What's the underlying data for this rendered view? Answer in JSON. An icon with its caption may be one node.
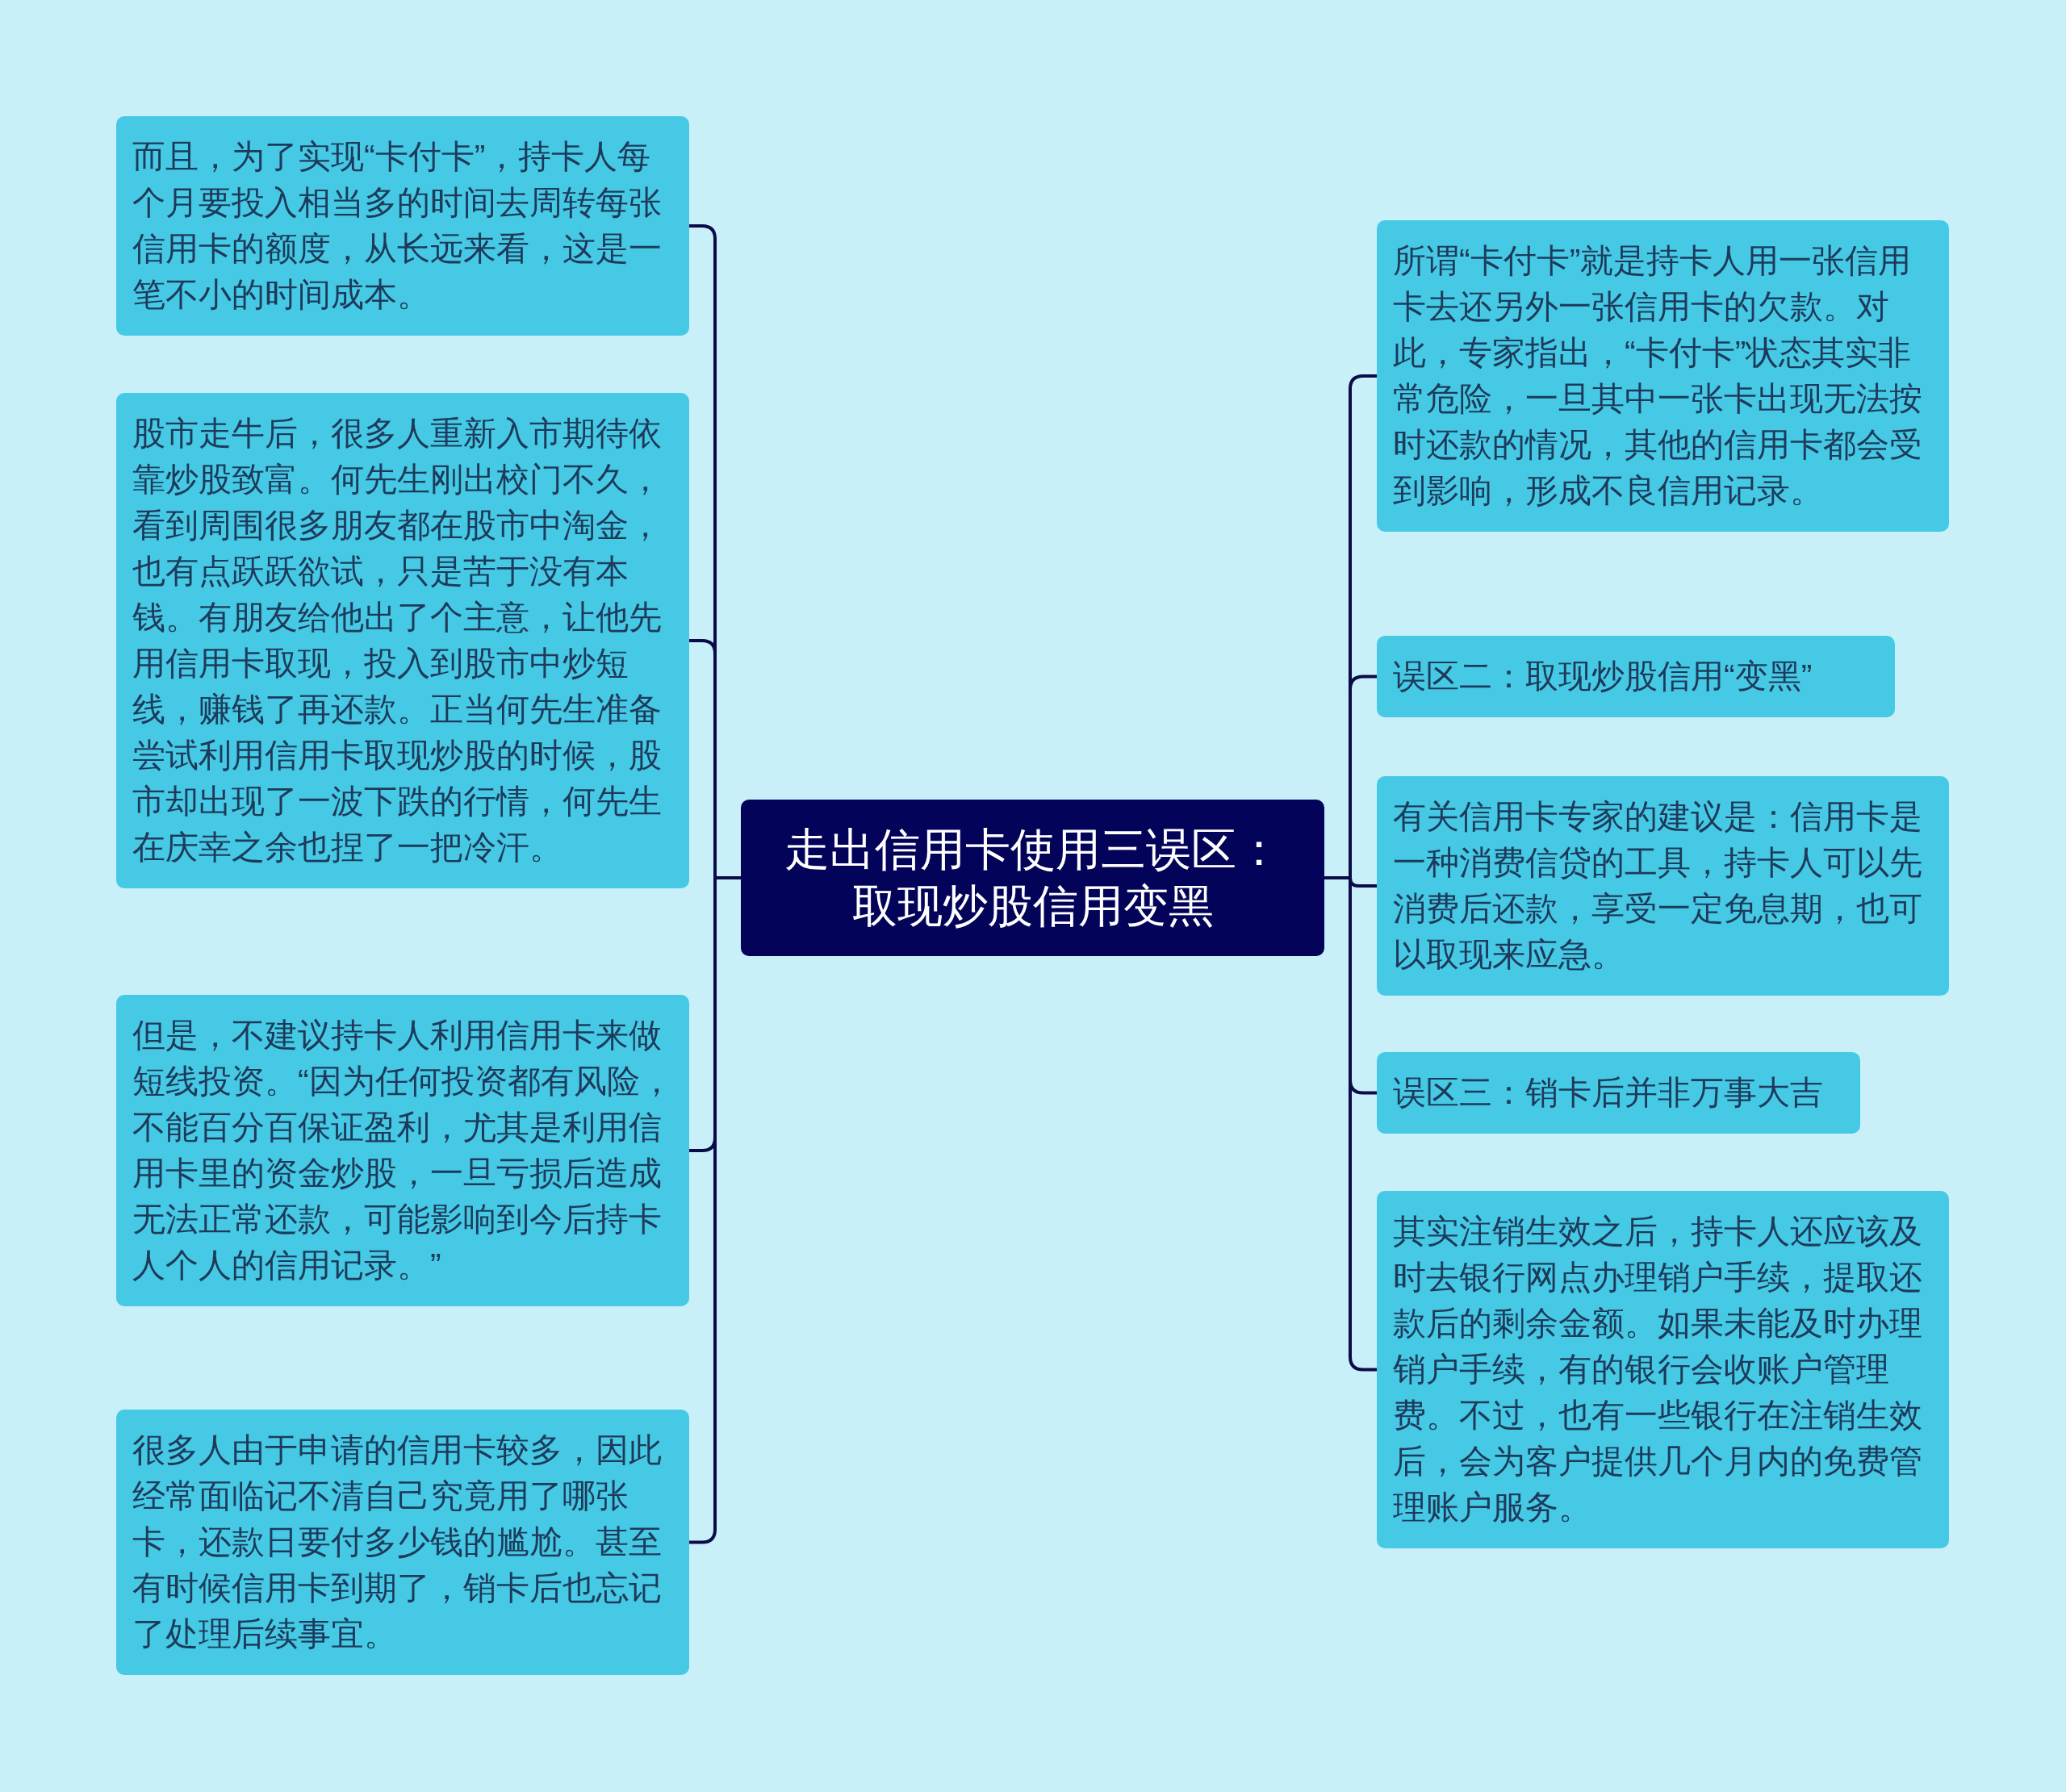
{
  "diagram": {
    "nodes": [
      {
        "text": [
          "走出信用卡使用三误区：取现炒股信用变黑"
        ]
      },
      {
        "text": [
          "而且，为了实现“卡付卡”，持卡人每个月要投入相当多的时间去周转每张信用卡的额度，从长远来看，这是一笔不小的时间成本。"
        ]
      },
      {
        "text": [
          "股市走牛后，很多人重新入市期待依靠炒股致富。何先生刚出校门不久，看到周围很多朋友都在股市中淘金，也有点跃跃欲试，只是苦于没有本钱。有朋友给他出了个主意，让他先用信用卡取现，投入到股市中炒短线，赚钱了再还款。正当何先生准备尝试利用信用卡取现炒股的时候，股市却出现了一波下跌的行情，何先生在庆幸之余也捏了一把冷汗。"
        ]
      },
      {
        "text": [
          "但是，不建议持卡人利用信用卡来做短线投资。“因为任何投资都有风险，不能百分百保证盈利，尤其是利用信用卡里的资金炒股，一旦亏损后造成无法正常还款，可能影响到今后持卡人个人的信用记录。”"
        ]
      },
      {
        "text": [
          "很多人由于申请的信用卡较多，因此经常面临记不清自己究竟用了哪张卡，还款日要付多少钱的尴尬。甚至有时候信用卡到期了，销卡后也忘记了处理后续事宜。"
        ]
      },
      {
        "text": [
          "所谓“卡付卡”就是持卡人用一张信用卡去还另外一张信用卡的欠款。对此，专家指出，“卡付卡”状态其实非常危险，一旦其中一张卡出现无法按时还款的情况，其他的信用卡都会受到影响，形成不良信用记录。"
        ]
      },
      {
        "text": [
          "误区二：取现炒股信用“变黑”"
        ]
      },
      {
        "text": [
          "有关信用卡专家的建议是：信用卡是一种消费信贷的工具，持卡人可以先消费后还款，享受一定免息期，也可以取现来应急。"
        ]
      },
      {
        "text": [
          "误区三：销卡后并非万事大吉"
        ]
      },
      {
        "text": [
          "其实注销生效之后，持卡人还应该及时去银行网点办理销户手续，提取还款后的剩余金额。如果未能及时办理销户手续，有的银行会收账户管理费。不过，也有一些银行在注销生效后，会为客户提供几个月内的免费管理账户服务。"
        ]
      }
    ],
    "edges": [
      {
        "from": 0,
        "to": 1,
        "arrow": "none"
      },
      {
        "from": 0,
        "to": 2,
        "arrow": "none"
      },
      {
        "from": 0,
        "to": 3,
        "arrow": "none"
      },
      {
        "from": 0,
        "to": 4,
        "arrow": "none"
      },
      {
        "from": 0,
        "to": 5,
        "arrow": "none"
      },
      {
        "from": 0,
        "to": 6,
        "arrow": "none"
      },
      {
        "from": 0,
        "to": 7,
        "arrow": "none"
      },
      {
        "from": 0,
        "to": 8,
        "arrow": "none"
      },
      {
        "from": 0,
        "to": 9,
        "arrow": "none"
      }
    ]
  }
}
